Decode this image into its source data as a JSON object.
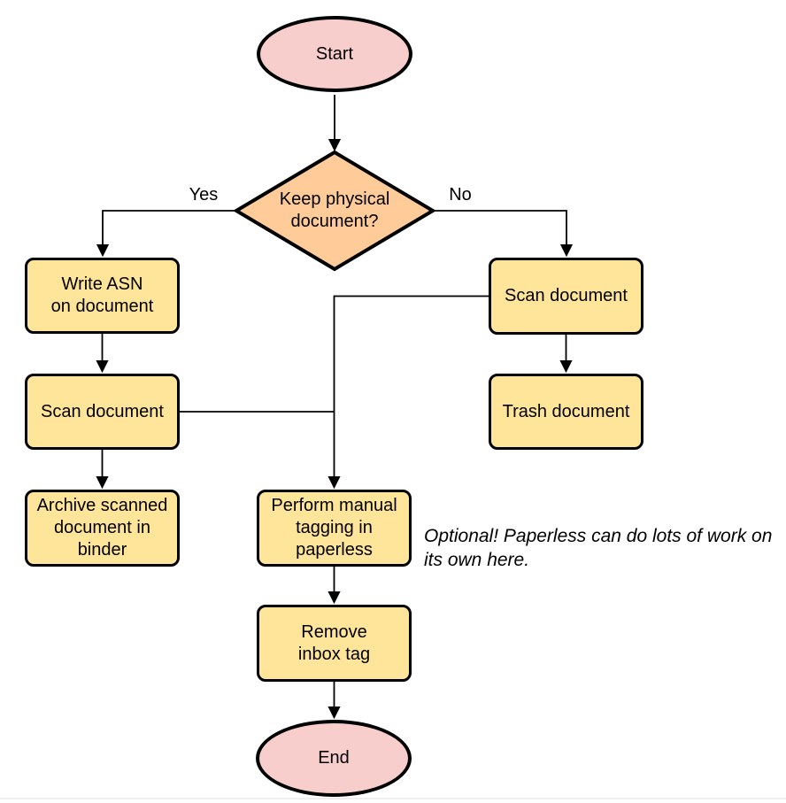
{
  "diagram": {
    "type": "flowchart",
    "colors": {
      "terminal_fill": "#f8cecc",
      "decision_fill": "#ffcc99",
      "process_fill": "#ffe599",
      "stroke": "#000000"
    },
    "nodes": {
      "start": {
        "label": "Start",
        "shape": "ellipse"
      },
      "decision": {
        "label": "Keep physical\ndocument?",
        "shape": "diamond"
      },
      "write_asn": {
        "label": "Write ASN\non document",
        "shape": "process"
      },
      "scan_left": {
        "label": "Scan document",
        "shape": "process"
      },
      "archive": {
        "label": "Archive scanned\ndocument in\nbinder",
        "shape": "process"
      },
      "scan_right": {
        "label": "Scan document",
        "shape": "process"
      },
      "trash": {
        "label": "Trash document",
        "shape": "process"
      },
      "tagging": {
        "label": "Perform manual\ntagging in\npaperless",
        "shape": "process"
      },
      "remove_inbox": {
        "label": "Remove\ninbox tag",
        "shape": "process"
      },
      "end": {
        "label": "End",
        "shape": "ellipse"
      }
    },
    "edge_labels": {
      "yes": "Yes",
      "no": "No"
    },
    "annotation": {
      "text": "Optional! Paperless can do lots of work on\nits own here."
    }
  }
}
